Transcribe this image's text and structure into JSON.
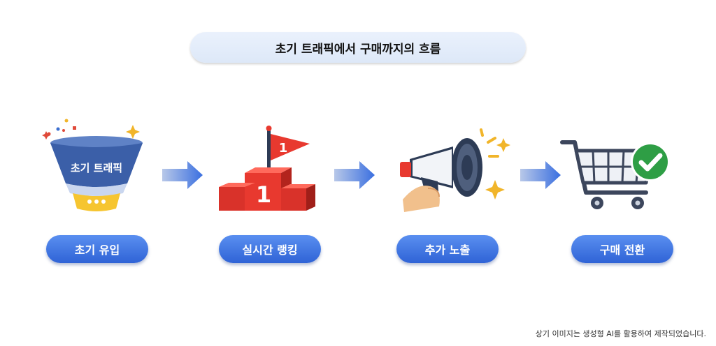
{
  "title": "초기 트래픽에서 구매까지의 흐름",
  "funnel_label": "초기 트래픽",
  "flag_number": "1",
  "podium_number": "1",
  "steps": [
    {
      "label": "초기 유입",
      "icon": "funnel-icon"
    },
    {
      "label": "실시간 랭킹",
      "icon": "podium-icon"
    },
    {
      "label": "추가 노출",
      "icon": "megaphone-icon"
    },
    {
      "label": "구매 전환",
      "icon": "shopping-cart-icon"
    }
  ],
  "footnote": "상기 이미지는 생성형 AI를 활용하여 제작되었습니다.",
  "colors": {
    "accent": "#3a6fe0",
    "podium": "#e8392f",
    "funnel": "#3b5fa8",
    "check": "#2e9e45"
  }
}
